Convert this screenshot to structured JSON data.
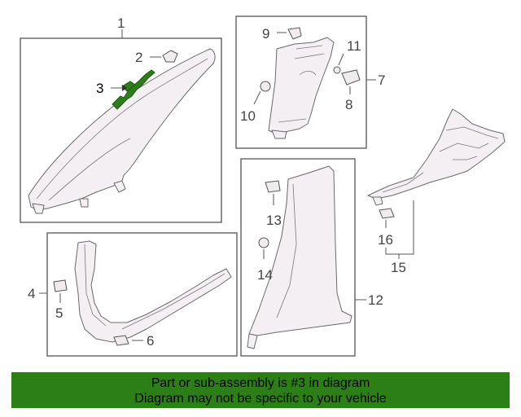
{
  "diagram": {
    "callouts": {
      "c1": "1",
      "c2": "2",
      "c3": "3",
      "c4": "4",
      "c5": "5",
      "c6": "6",
      "c7": "7",
      "c8": "8",
      "c9": "9",
      "c10": "10",
      "c11": "11",
      "c12": "12",
      "c13": "13",
      "c14": "14",
      "c15": "15",
      "c16": "16"
    },
    "highlight_color": "#2e7d1b"
  },
  "banner": {
    "line1": "Part or sub-assembly is #3 in diagram",
    "line2": "Diagram may not be specific to your vehicle",
    "color": "#2c7e16"
  }
}
